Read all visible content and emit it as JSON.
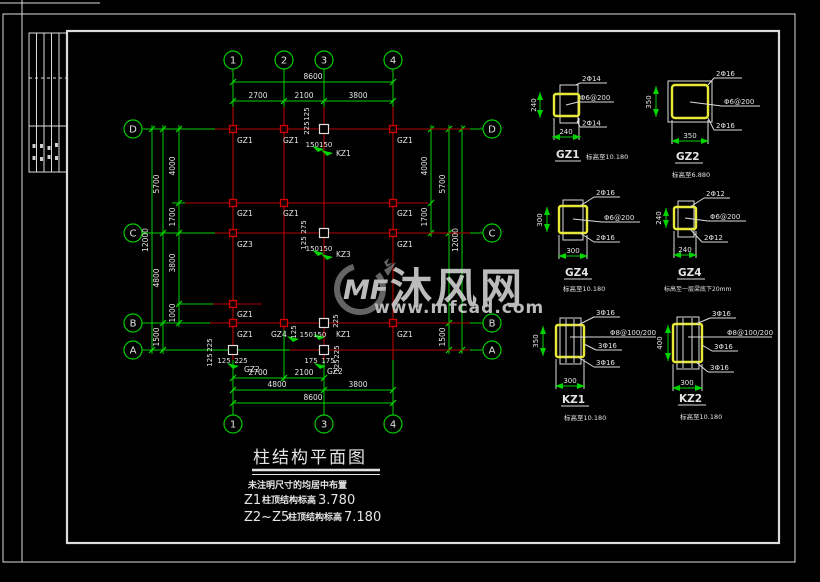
{
  "plan": {
    "axis_numbers": {
      "n1": "1",
      "n2": "2",
      "n3": "3",
      "n4": "4"
    },
    "axis_letters": {
      "d": "D",
      "c": "C",
      "b": "B",
      "a": "A"
    },
    "dims": {
      "v8600": "8600",
      "v2700": "2700",
      "v2100": "2100",
      "v3800": "3800",
      "v4800": "4800",
      "v12000": "12000",
      "v5700": "5700",
      "v4000": "4000",
      "v1700": "1700",
      "v1000": "1000",
      "v1500": "1500",
      "v150150": "150150",
      "v125": "125",
      "v225": "225",
      "v275": "275",
      "v175": "175"
    },
    "labels": {
      "gz1": "GZ1",
      "gz2": "GZ2",
      "gz3": "GZ3",
      "gz4": "GZ4",
      "kz1": "KZ1",
      "kz3": "KZ3"
    }
  },
  "details": [
    {
      "name": "GZ1",
      "elev": "标高至10.180",
      "top": "2Φ14",
      "stirrup": "Φ6@200",
      "bottom": "2Φ14",
      "w": "240",
      "h": "240"
    },
    {
      "name": "GZ2",
      "elev": "标高至6.880",
      "top": "2Φ16",
      "stirrup": "Φ6@200",
      "bottom": "2Φ16",
      "w": "350",
      "h": "350"
    },
    {
      "name": "GZ4",
      "elev": "标高至10.180",
      "top": "2Φ16",
      "stirrup": "Φ6@200",
      "bottom": "2Φ16",
      "w": "300",
      "h": "300"
    },
    {
      "name": "GZ4",
      "elev": "标高至一层梁底下20mm",
      "top": "2Φ12",
      "stirrup": "Φ6@200",
      "bottom": "2Φ12",
      "w": "240",
      "h": "240"
    },
    {
      "name": "KZ1",
      "elev": "标高至10.180",
      "top": "3Φ16",
      "stirrup": "Φ8@100/200",
      "mid": "3Φ16",
      "bottom": "3Φ16",
      "w": "300",
      "h": "350"
    },
    {
      "name": "KZ2",
      "elev": "标高至10.180",
      "top": "3Φ16",
      "stirrup": "Φ8@100/200",
      "mid": "3Φ16",
      "bottom": "3Φ16",
      "w": "300",
      "h": "400"
    }
  ],
  "watermark": {
    "logo": "MF",
    "brand": "沐风网",
    "url": "www.mfcad.com"
  },
  "titleblock": {
    "title": "柱结构平面图",
    "note1": "未注明尺寸的均居中布置",
    "note2_prefix": "Z1",
    "note2_mid": "柱顶结构标高",
    "note2_val": "3.780",
    "note3_prefix": "Z2~Z5",
    "note3_mid": "柱顶结构标高",
    "note3_val": "7.180"
  }
}
